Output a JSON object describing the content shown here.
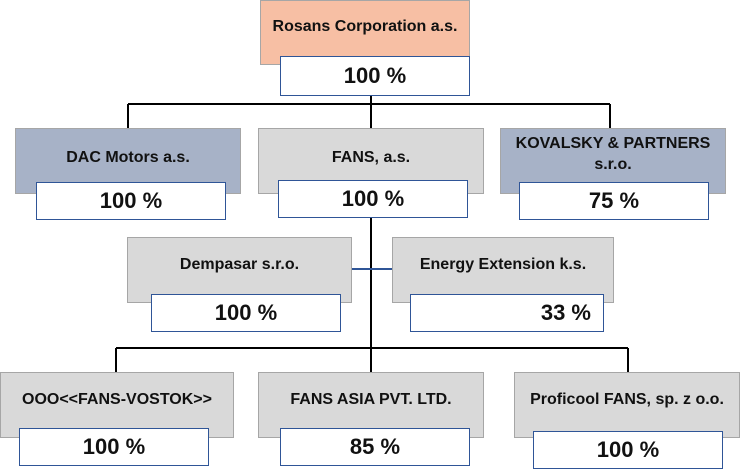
{
  "chart": {
    "root": {
      "name": "Rosans Corporation a.s.",
      "share": "100 %"
    },
    "level1": [
      {
        "name": "DAC Motors a.s.",
        "share": "100 %"
      },
      {
        "name": "FANS, a.s.",
        "share": "100 %"
      },
      {
        "name": "KOVALSKY & PARTNERS s.r.o.",
        "share": "75 %"
      }
    ],
    "level2": [
      {
        "name": "Dempasar s.r.o.",
        "share": "100 %"
      },
      {
        "name": "Energy Extension k.s.",
        "share": "33 %"
      }
    ],
    "level3": [
      {
        "name": "OOO<<FANS-VOSTOK>>",
        "share": "100 %"
      },
      {
        "name": "FANS ASIA PVT. LTD.",
        "share": "85 %"
      },
      {
        "name": "Proficool FANS, sp. z o.o.",
        "share": "100 %"
      }
    ]
  },
  "colors": {
    "root_fill": "#f7bfa4",
    "sibling_fill": "#a7b2c7",
    "default_fill": "#d9d9d9",
    "share_border": "#2f5597",
    "connector": "#000000",
    "connector_accent": "#2f5597"
  }
}
